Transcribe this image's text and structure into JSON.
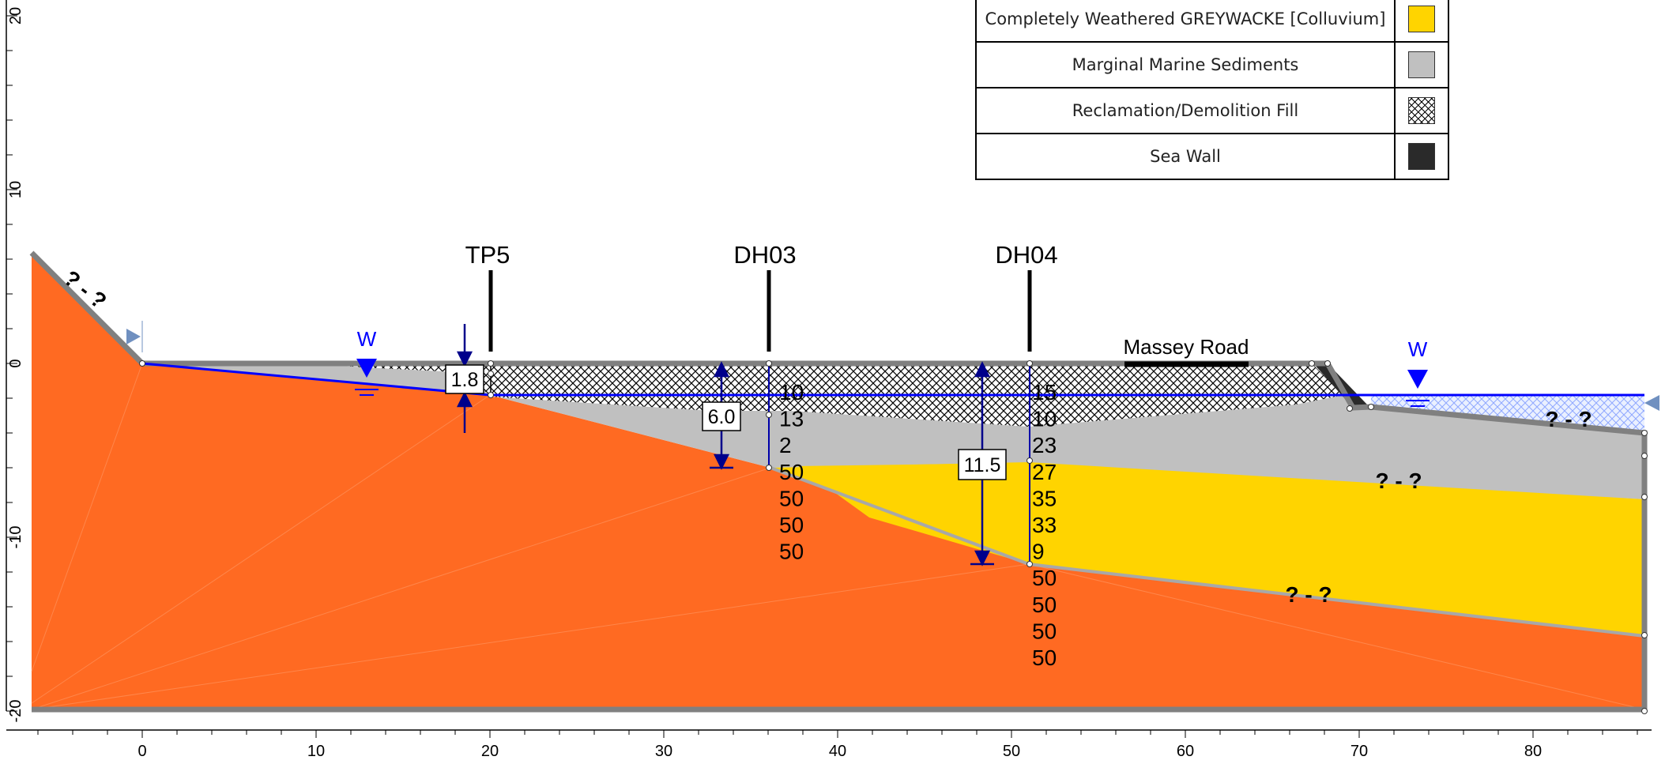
{
  "legend": {
    "items": [
      {
        "label": "Completely Weathered GREYWACKE [Colluvium]",
        "color": "#FFD400",
        "pattern": "solid"
      },
      {
        "label": "Marginal Marine Sediments",
        "color": "#C0C0C0",
        "pattern": "solid"
      },
      {
        "label": "Reclamation/Demolition Fill",
        "color": "#FFFFFF",
        "pattern": "crosshatch"
      },
      {
        "label": "Sea Wall",
        "color": "#2A2A2A",
        "pattern": "solid"
      }
    ]
  },
  "axes": {
    "x_ticks": [
      "0",
      "10",
      "20",
      "30",
      "40",
      "50",
      "60",
      "70",
      "80"
    ],
    "y_ticks": [
      "20",
      "10",
      "0",
      "-10",
      "-20"
    ]
  },
  "boreholes": [
    {
      "id": "TP5",
      "x": 20,
      "spt": []
    },
    {
      "id": "DH03",
      "x": 36,
      "spt": [
        "10",
        "13",
        "2",
        "50",
        "50",
        "50",
        "50"
      ]
    },
    {
      "id": "DH04",
      "x": 51,
      "spt": [
        "15",
        "10",
        "23",
        "27",
        "35",
        "33",
        "9",
        "50",
        "50",
        "50",
        "50"
      ]
    }
  ],
  "depth_markers": [
    {
      "value": "1.8",
      "x": 18.5
    },
    {
      "value": "6.0",
      "x": 33.3
    },
    {
      "value": "11.5",
      "x": 48.2
    }
  ],
  "water_labels": [
    "W",
    "W"
  ],
  "road_label": "Massey Road",
  "uncertain_labels": [
    "? - ?",
    "? - ?",
    "? - ?",
    "? - ?"
  ],
  "colors": {
    "bedrock": "#FF6A22",
    "marine": "#C0C0C0",
    "colluvium": "#FFD400",
    "seawall": "#2A2A2A",
    "water": "#0000FF",
    "boundary": "#808080"
  }
}
